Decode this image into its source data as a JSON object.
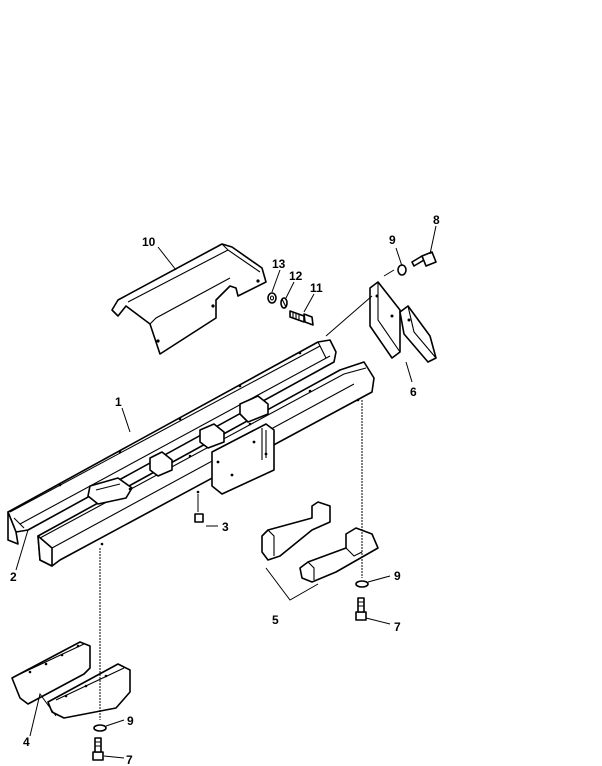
{
  "callouts": {
    "c1": "1",
    "c2": "2",
    "c3": "3",
    "c4": "4",
    "c5": "5",
    "c6": "6",
    "c7a": "7",
    "c7b": "7",
    "c8": "8",
    "c9a": "9",
    "c9b": "9",
    "c9c": "9",
    "c10": "10",
    "c11": "11",
    "c12": "12",
    "c13": "13"
  },
  "parts": [
    {
      "callout": "1",
      "name": "frame-beam-assembly"
    },
    {
      "callout": "2",
      "name": "slot-end"
    },
    {
      "callout": "3",
      "name": "nut"
    },
    {
      "callout": "4",
      "name": "rear-bracket-pair"
    },
    {
      "callout": "5",
      "name": "front-bracket-pair"
    },
    {
      "callout": "6",
      "name": "mount-plate-pair"
    },
    {
      "callout": "7",
      "name": "bolt"
    },
    {
      "callout": "8",
      "name": "bolt"
    },
    {
      "callout": "9",
      "name": "washer"
    },
    {
      "callout": "10",
      "name": "cover-plate"
    },
    {
      "callout": "11",
      "name": "bolt"
    },
    {
      "callout": "12",
      "name": "spring-washer"
    },
    {
      "callout": "13",
      "name": "washer"
    }
  ]
}
